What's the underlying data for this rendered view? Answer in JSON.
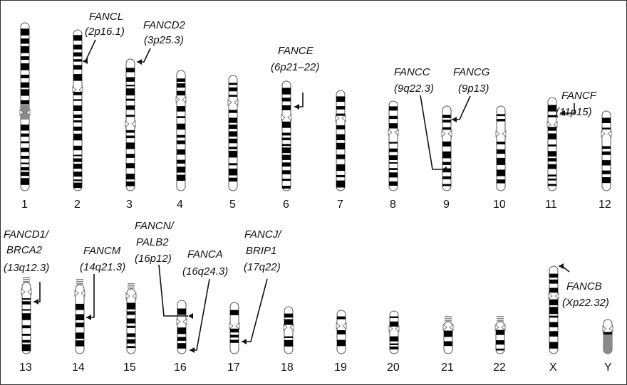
{
  "figure": {
    "colors": {
      "band": "#000000",
      "outline": "#555555",
      "centromere": "#8a8a8a",
      "text": "#111111"
    },
    "chromosomes": [
      {
        "label": "1"
      },
      {
        "label": "2"
      },
      {
        "label": "3"
      },
      {
        "label": "4"
      },
      {
        "label": "5"
      },
      {
        "label": "6"
      },
      {
        "label": "7"
      },
      {
        "label": "8"
      },
      {
        "label": "9"
      },
      {
        "label": "10"
      },
      {
        "label": "11"
      },
      {
        "label": "12"
      },
      {
        "label": "13"
      },
      {
        "label": "14"
      },
      {
        "label": "15"
      },
      {
        "label": "16"
      },
      {
        "label": "17"
      },
      {
        "label": "18"
      },
      {
        "label": "19"
      },
      {
        "label": "20"
      },
      {
        "label": "21"
      },
      {
        "label": "22"
      },
      {
        "label": "X"
      },
      {
        "label": "Y"
      }
    ],
    "genes": [
      {
        "lines": [
          "FANCL",
          "(2p16.1)"
        ],
        "chromosome": "2"
      },
      {
        "lines": [
          "FANCD2",
          "(3p25.3)"
        ],
        "chromosome": "3"
      },
      {
        "lines": [
          "FANCE",
          "(6p21–22)"
        ],
        "chromosome": "6"
      },
      {
        "lines": [
          "FANCC",
          "(9q22.3)"
        ],
        "chromosome": "9"
      },
      {
        "lines": [
          "FANCG",
          "(9p13)"
        ],
        "chromosome": "9"
      },
      {
        "lines": [
          "FANCF",
          "(11p15)"
        ],
        "chromosome": "11"
      },
      {
        "lines": [
          "FANCD1/",
          "BRCA2",
          "(13q12.3)"
        ],
        "chromosome": "13"
      },
      {
        "lines": [
          "FANCM",
          "(14q21.3)"
        ],
        "chromosome": "14"
      },
      {
        "lines": [
          "FANCN/",
          "PALB2",
          "(16p12)"
        ],
        "chromosome": "16"
      },
      {
        "lines": [
          "FANCA",
          "(16q24.3)"
        ],
        "chromosome": "16"
      },
      {
        "lines": [
          "FANCJ/",
          "BRIP1",
          "(17q22)"
        ],
        "chromosome": "17"
      },
      {
        "lines": [
          "FANCB",
          "(Xp22.32)"
        ],
        "chromosome": "X"
      }
    ]
  }
}
